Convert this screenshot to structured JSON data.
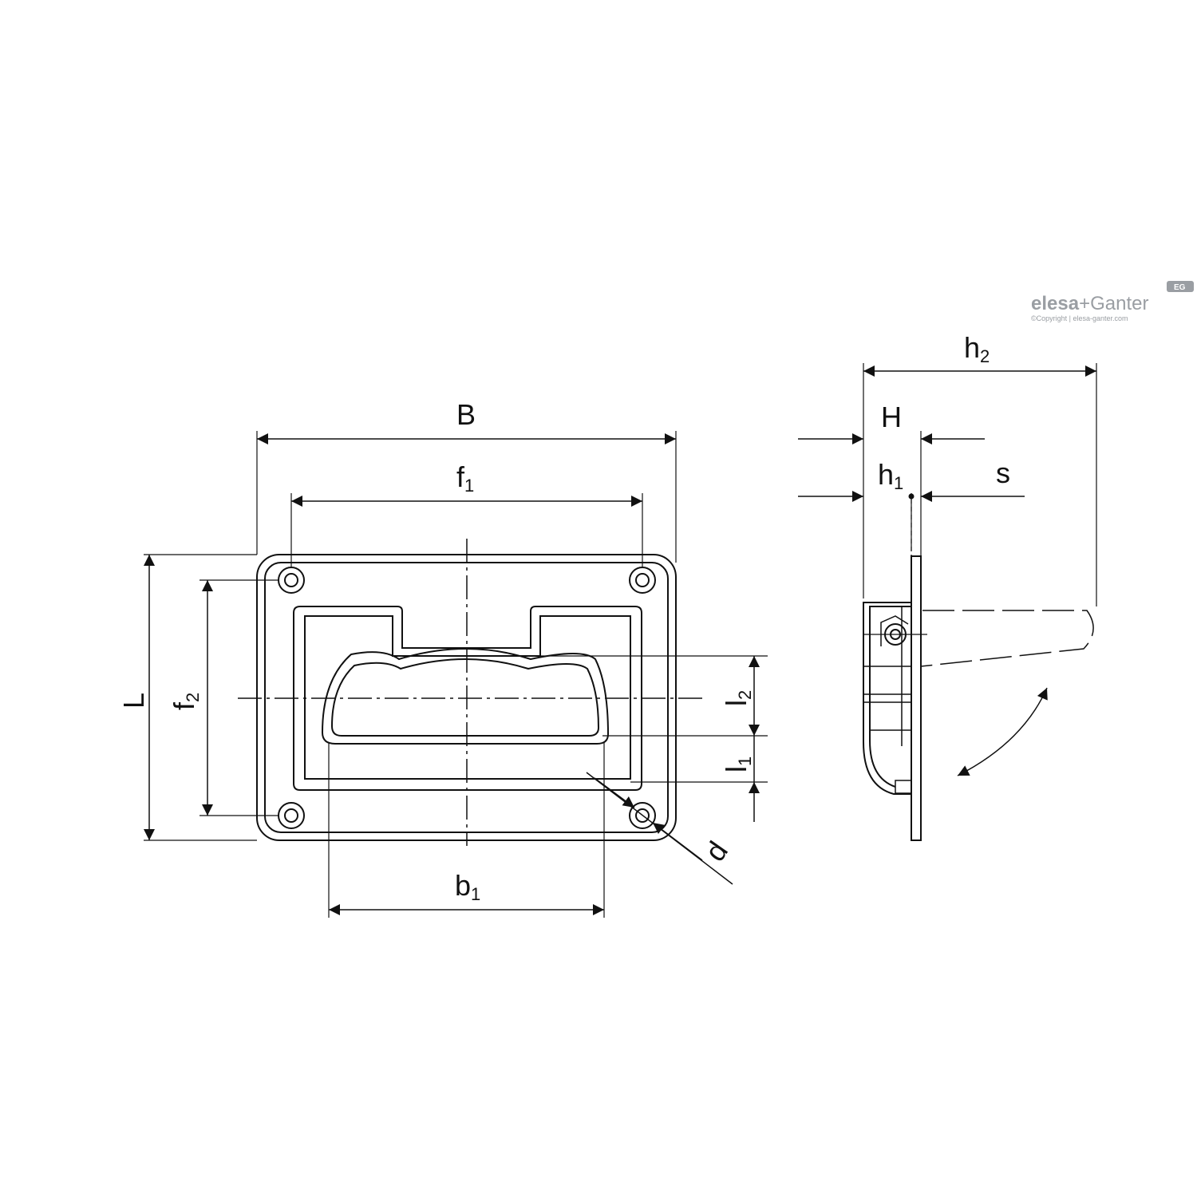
{
  "brand": {
    "part1": "elesa",
    "plus": "+",
    "part2": "Ganter",
    "copyright": "©Copyright | elesa-ganter.com",
    "badge": "EG",
    "accent_color": "#9a9ea3"
  },
  "dimensions": {
    "B": "B",
    "f1": {
      "main": "f",
      "sub": "1"
    },
    "f2": {
      "main": "f",
      "sub": "2"
    },
    "L": "L",
    "l1": {
      "main": "l",
      "sub": "1"
    },
    "l2": {
      "main": "l",
      "sub": "2"
    },
    "b1": {
      "main": "b",
      "sub": "1"
    },
    "d": "d",
    "H": "H",
    "h1": {
      "main": "h",
      "sub": "1"
    },
    "h2": {
      "main": "h",
      "sub": "2"
    },
    "s": "s"
  },
  "colors": {
    "line": "#111111",
    "background": "#ffffff"
  }
}
